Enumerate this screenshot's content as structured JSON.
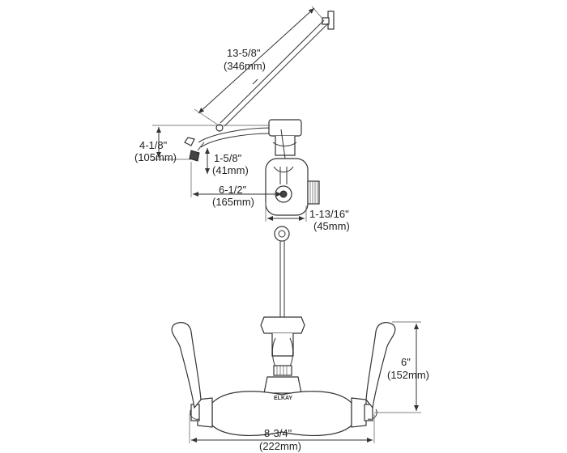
{
  "brand_label": "ELKAY",
  "dimensions": {
    "arm_length": {
      "imperial": "13-5/8\"",
      "metric": "(346mm)"
    },
    "spout_height": {
      "imperial": "4-1/8\"",
      "metric": "(105mm)"
    },
    "spout_drop": {
      "imperial": "1-5/8\"",
      "metric": "(41mm)"
    },
    "spout_reach": {
      "imperial": "6-1/2\"",
      "metric": "(165mm)"
    },
    "body_depth": {
      "imperial": "1-13/16\"",
      "metric": "(45mm)"
    },
    "handle_height": {
      "imperial": "6\"",
      "metric": "(152mm)"
    },
    "overall_width": {
      "imperial": "8-3/4\"",
      "metric": "(222mm)"
    }
  }
}
